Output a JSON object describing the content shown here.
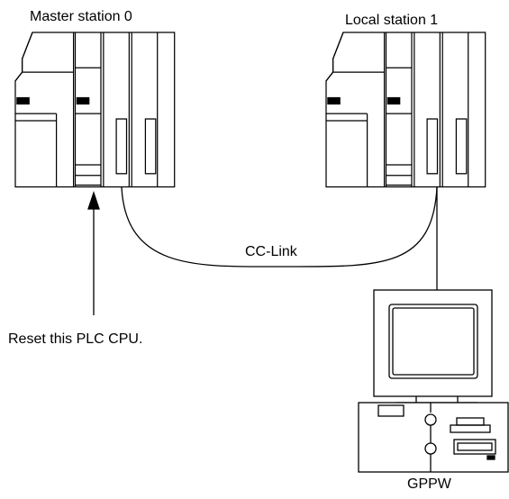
{
  "labels": {
    "master_station": "Master station 0",
    "local_station": "Local station 1",
    "network": "CC-Link",
    "reset_note": "Reset this PLC CPU.",
    "computer": "GPPW"
  }
}
